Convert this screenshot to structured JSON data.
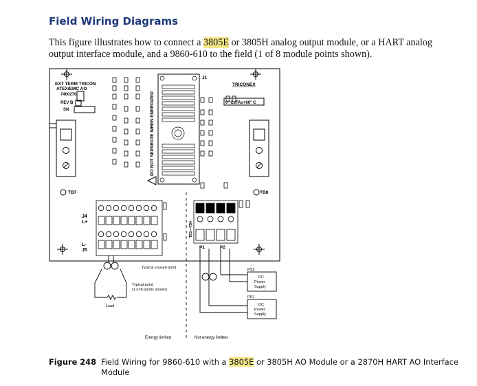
{
  "heading": "Field Wiring Diagrams",
  "intro": {
    "before": "This figure illustrates how to connect a ",
    "highlight": "3805E",
    "after": " or 3805H analog output module, or a HART analog output interface module, and a 9860-610 to the field (1 of 8 module points shown)."
  },
  "diagram": {
    "board_title_1": "EXT TERM TRICON",
    "board_title_2": "ATEX/EMC AO",
    "part_no": "7400270",
    "rev": "REV B",
    "sn": "SN",
    "connector_j1": "J1",
    "warning": "DO NOT SEPARATE WHEN ENERGIZED",
    "triconex": "TRICONEX",
    "temp": "0° C≤TA≤+60° C",
    "tb7": "TB7",
    "tb8": "TB8",
    "j4": "J4",
    "l_plus": "L+",
    "l_minus": "L-",
    "j5": "J5",
    "tb1": "TB1—TB4",
    "p1": "P1",
    "p2": "P2",
    "unused": "Typical unused point",
    "typical_point_1": "Typical point",
    "typical_point_2": "(1 of 8 points shown)",
    "load": "Load",
    "ps2": "PS2",
    "ps1": "PS1",
    "dc": "DC",
    "power": "Power",
    "supply": "Supply",
    "energy_limited": "Energy limited",
    "not_energy_limited": "Not energy limited"
  },
  "caption": {
    "number": "Figure 248",
    "before": "Field Wiring for 9860-610 with a ",
    "highlight": "3805E",
    "after": " or 3805H AO Module or a 2870H HART AO Interface Module"
  }
}
